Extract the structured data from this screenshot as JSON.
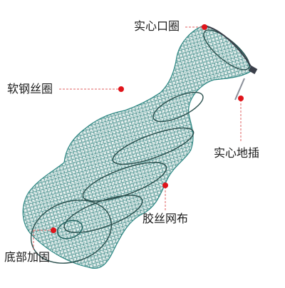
{
  "callouts": {
    "solid_ring": "实心口圈",
    "steel_wire_ring": "软钢丝圈",
    "ground_stake": "实心地插",
    "rubber_mesh": "胶丝网布",
    "base_reinforce": "底部加固"
  },
  "colors": {
    "net": "#2f8a86",
    "net_dark": "#1f5f5c",
    "ring": "#3a3f4a",
    "callout_dot": "#e0141a",
    "callout_line": "#e06060",
    "text": "#1a1a1a"
  }
}
